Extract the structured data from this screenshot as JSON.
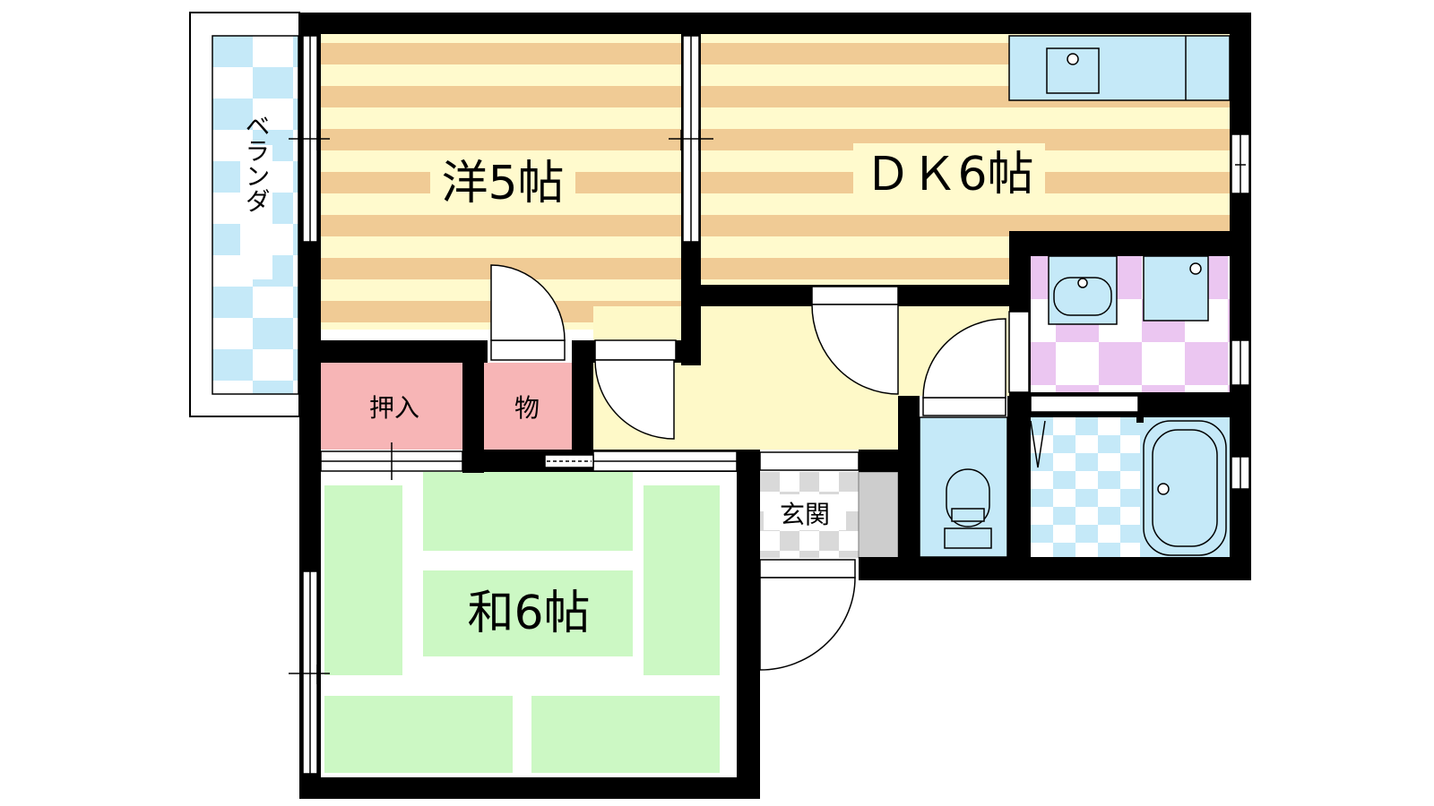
{
  "rooms": {
    "western": "洋5帖",
    "dk": "ＤＫ6帖",
    "japanese": "和6帖",
    "balcony": "ベランダ",
    "closet": "押入",
    "storage": "物",
    "entrance": "玄関"
  },
  "colors": {
    "wall": "#000000",
    "flooring_stripe": "#F0CB95",
    "flooring_base": "#FFFACD",
    "hall": "#FEF9C8",
    "tatami": "#CCF8C4",
    "closet": "#F7B5B6",
    "wet_area": "#C5E9F8",
    "washroom_tile": "#EBC6F1",
    "entrance_tile": "#D9D9D9",
    "shoe_box": "#CDCDCD"
  },
  "icons": [
    "sink-icon",
    "washbasin-icon",
    "washing-machine-icon",
    "toilet-icon",
    "bathtub-icon"
  ]
}
